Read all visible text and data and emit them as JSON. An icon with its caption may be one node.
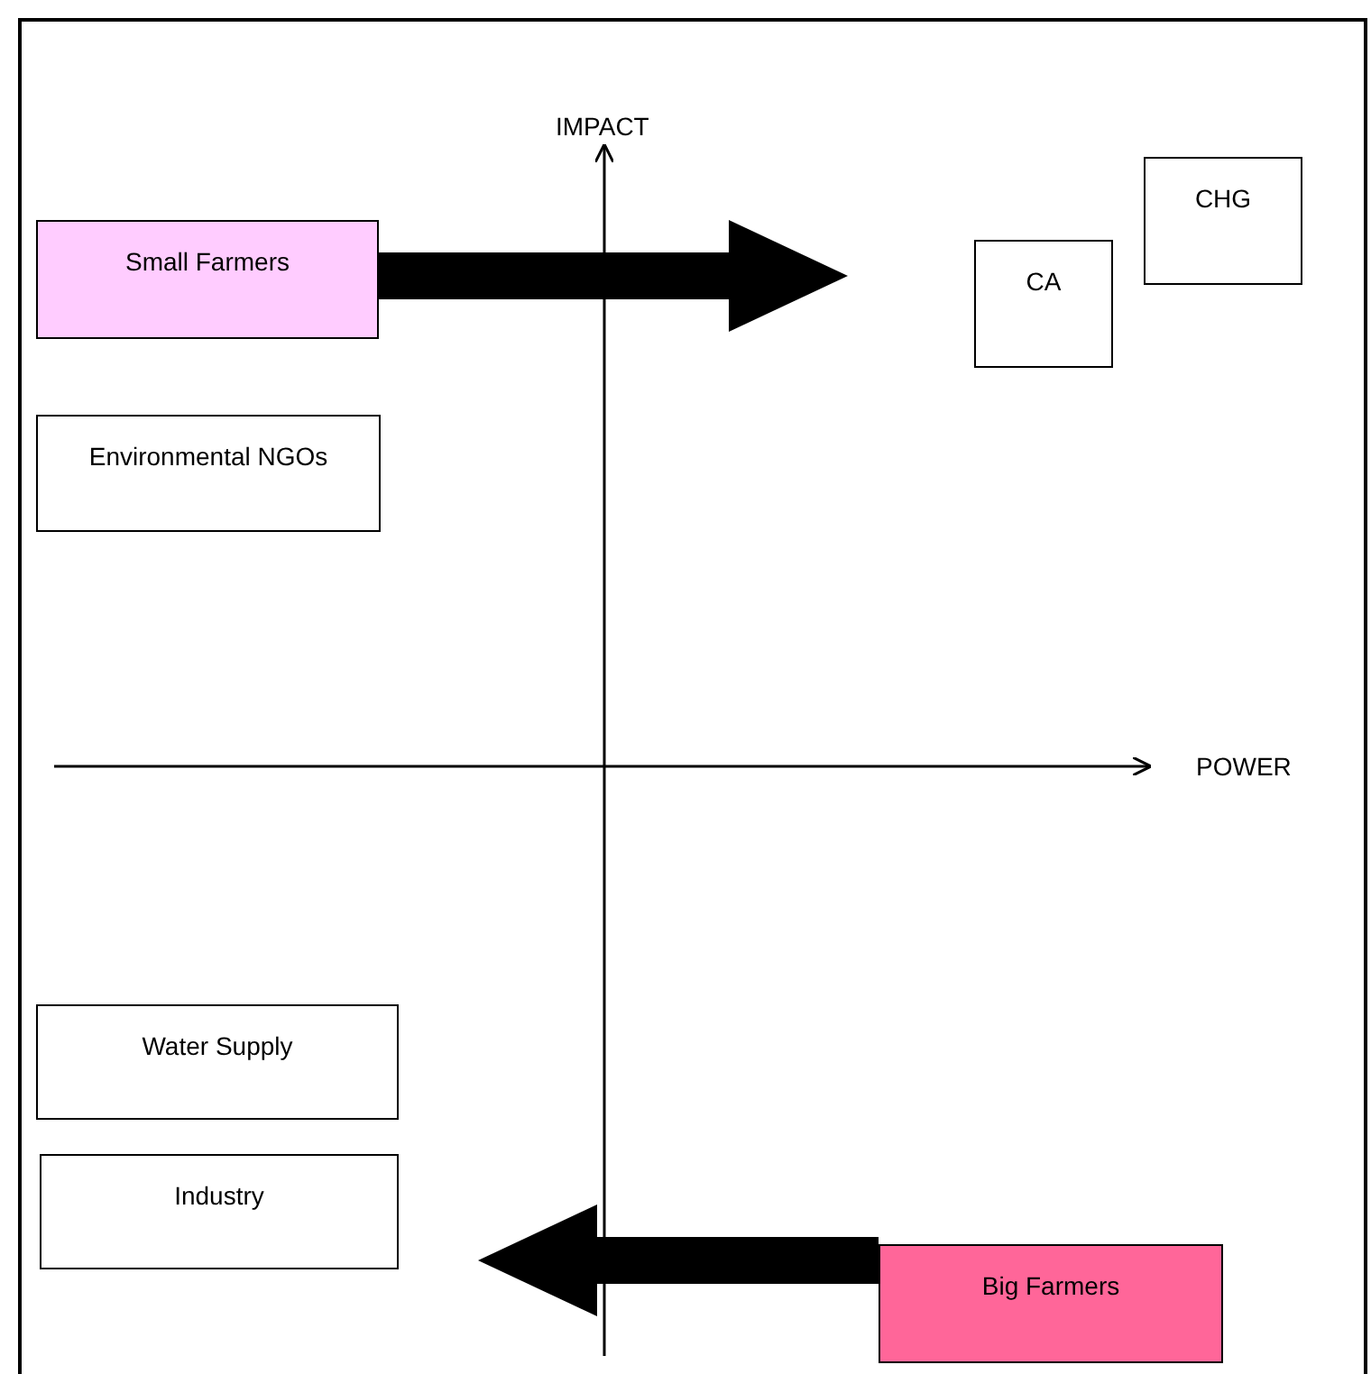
{
  "diagram": {
    "nodes": [
      {
        "text": [
          "CHG"
        ]
      },
      {
        "text": [
          "Small Farmers"
        ]
      },
      {
        "text": [
          "CA"
        ]
      },
      {
        "text": [
          "Environmental NGOs"
        ]
      },
      {
        "text": [
          "Water Supply"
        ]
      },
      {
        "text": [
          "Industry"
        ]
      },
      {
        "text": [
          "Big Farmers"
        ]
      }
    ],
    "edges": [
      {
        "from": 1,
        "to": null,
        "arrow": "to"
      },
      {
        "from": 6,
        "to": null,
        "arrow": "to"
      }
    ],
    "labels": [
      "IMPACT",
      "POWER"
    ]
  }
}
